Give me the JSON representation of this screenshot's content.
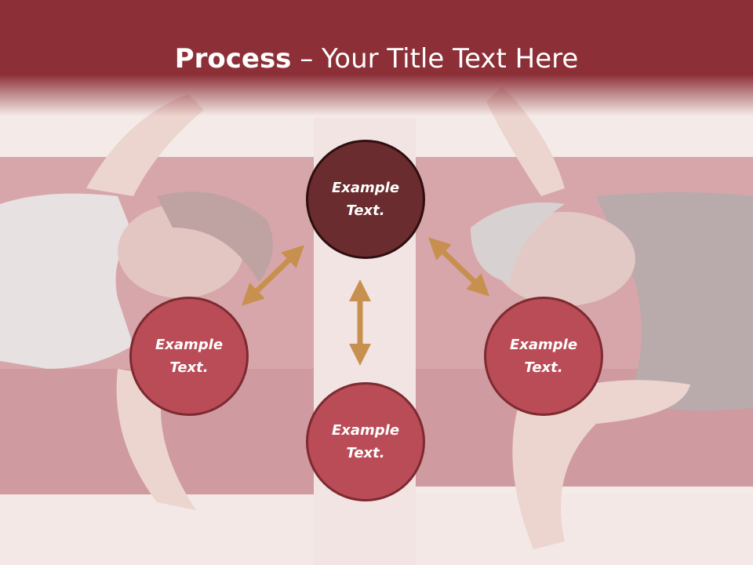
{
  "title": {
    "bold": "Process",
    "rest": " – Your Title Text Here"
  },
  "nodes": {
    "top": "Example Text.",
    "left": "Example Text.",
    "right": "Example Text.",
    "bottom": "Example Text."
  },
  "colors": {
    "header": "#8c2f37",
    "center_node": "#6a2c2e",
    "outer_node": "#b94c56",
    "arrow": "#c8904f"
  }
}
